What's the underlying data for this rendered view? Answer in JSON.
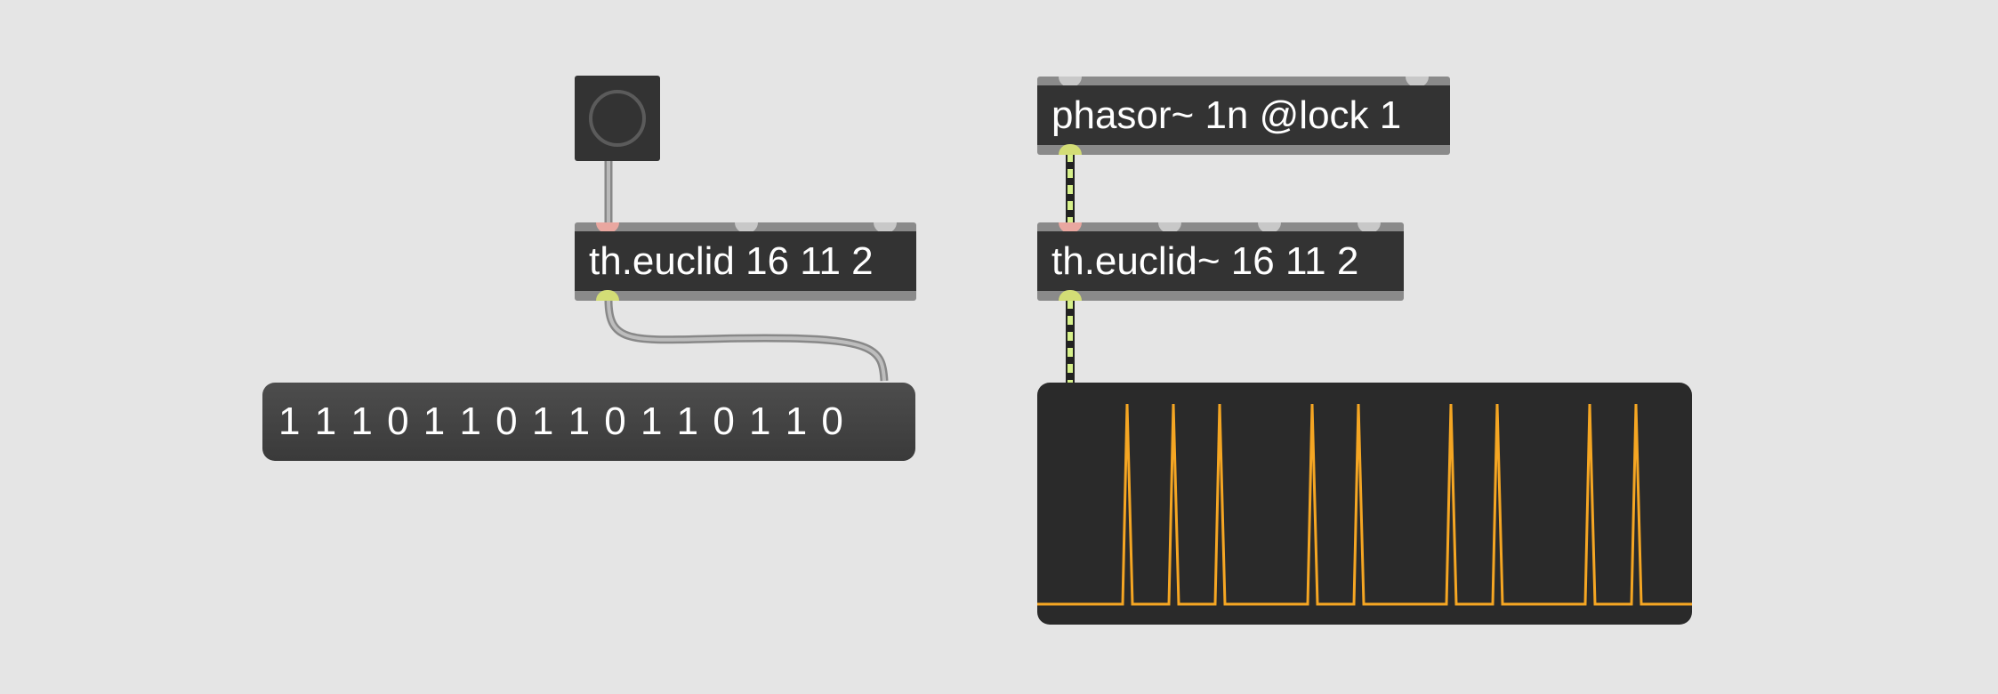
{
  "objects": {
    "euclid": {
      "text": "th.euclid 16 11 2"
    },
    "phasor": {
      "text": "phasor~ 1n @lock 1"
    },
    "euclid_sig": {
      "text": "th.euclid~ 16 11 2"
    }
  },
  "message": {
    "text": "1 1 1 0 1 1 0 1 1 0 1 1 0 1 1 0"
  },
  "scope": {
    "pattern": [
      1,
      1,
      1,
      0,
      1,
      1,
      0,
      1,
      1,
      0,
      1,
      1,
      0,
      1,
      1,
      0
    ],
    "line_color": "#f5a623",
    "background": "#2a2a2a"
  },
  "colors": {
    "canvas": "#e5e5e5",
    "object_body": "#333333",
    "object_frame": "#8a8a8a",
    "hot_inlet": "#e9a7a0",
    "signal_outlet": "#d3dd76",
    "signal_cord": "#d6f08a",
    "message_cord": "#9a9a9a"
  }
}
